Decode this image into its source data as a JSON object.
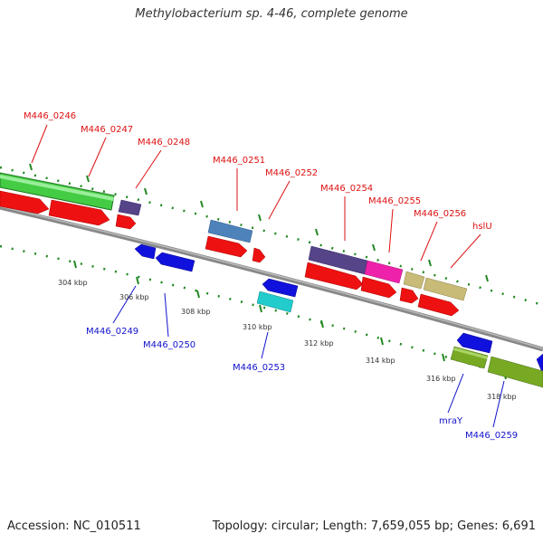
{
  "title": "Methylobacterium sp. 4-46, complete genome",
  "footer": {
    "accession": "Accession: NC_010511",
    "summary": "Topology: circular; Length: 7,659,055 bp; Genes: 6,691"
  },
  "scale_labels": [
    "304 kbp",
    "306 kbp",
    "308 kbp",
    "310 kbp",
    "312 kbp",
    "314 kbp",
    "316 kbp",
    "318 kbp"
  ],
  "top_labels": [
    "M446_0246",
    "M446_0247",
    "M446_0248",
    "M446_0251",
    "M446_0252",
    "M446_0254",
    "M446_0255",
    "M446_0256",
    "hslU"
  ],
  "bottom_labels": [
    "M446_0249",
    "M446_0250",
    "M446_0253",
    "mraY",
    "M446_0259"
  ],
  "colors": {
    "cds": "#ee1111",
    "reverse_gene": "#1111dd",
    "backbone": "#888888",
    "tick": "#228822",
    "top_label": "#dd1111",
    "bottom_label": "#1111cc"
  }
}
